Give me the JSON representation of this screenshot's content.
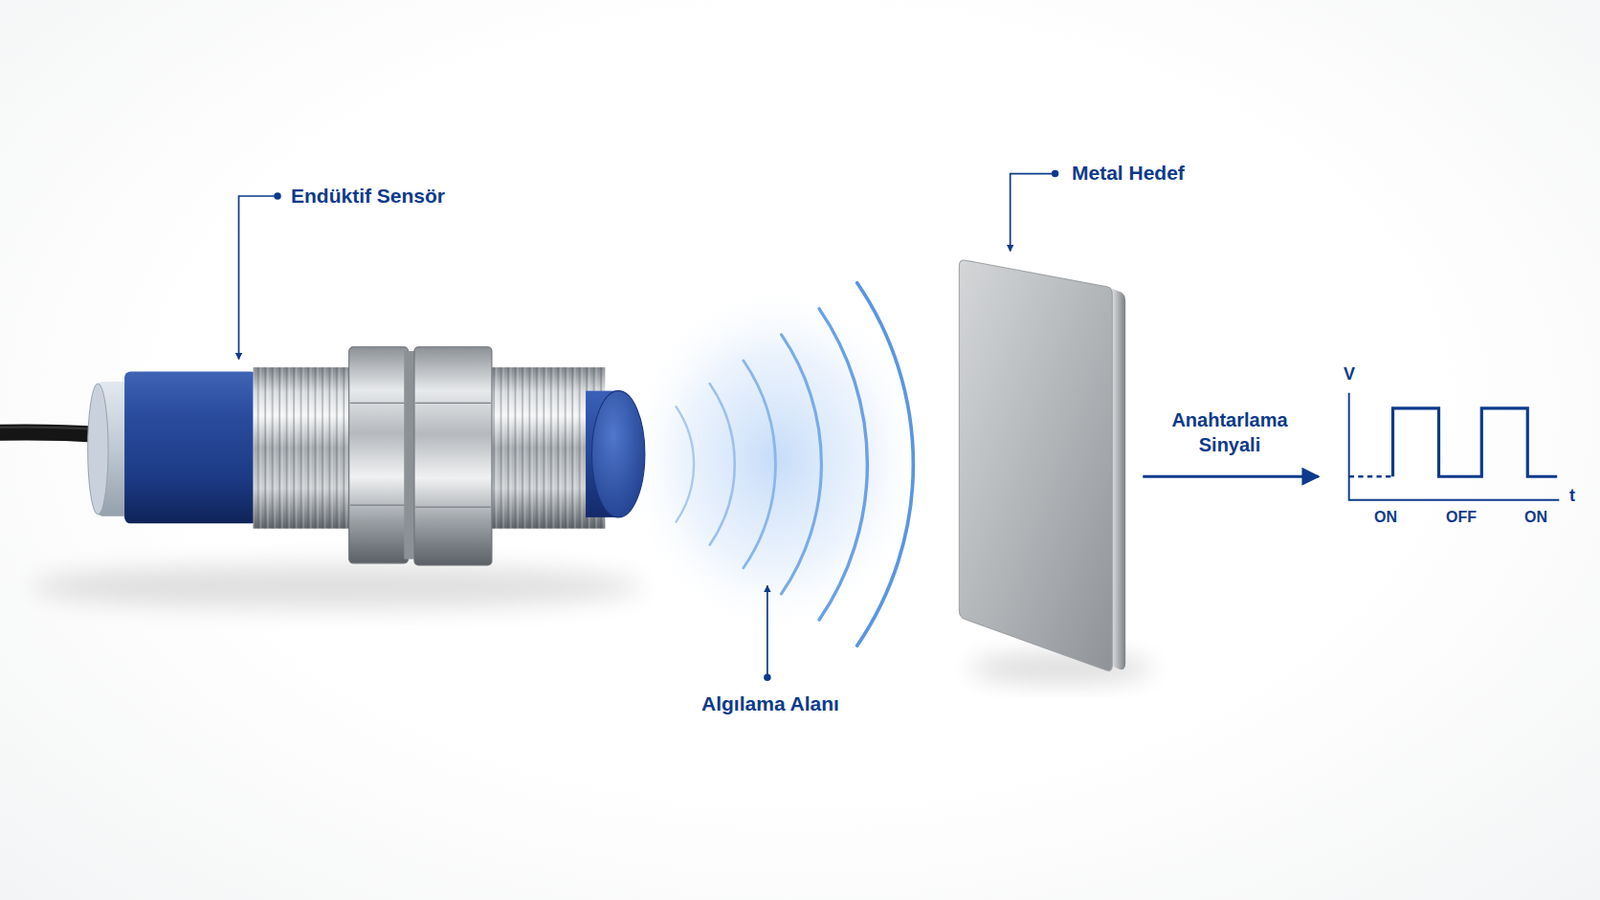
{
  "diagram": {
    "labels": [
      "Endüktif Sensör",
      "Metal Hedef",
      "Algılama Alanı",
      "Anahtarlama Sinyali",
      "V",
      "t",
      "ON",
      "OFF",
      "ON"
    ]
  }
}
